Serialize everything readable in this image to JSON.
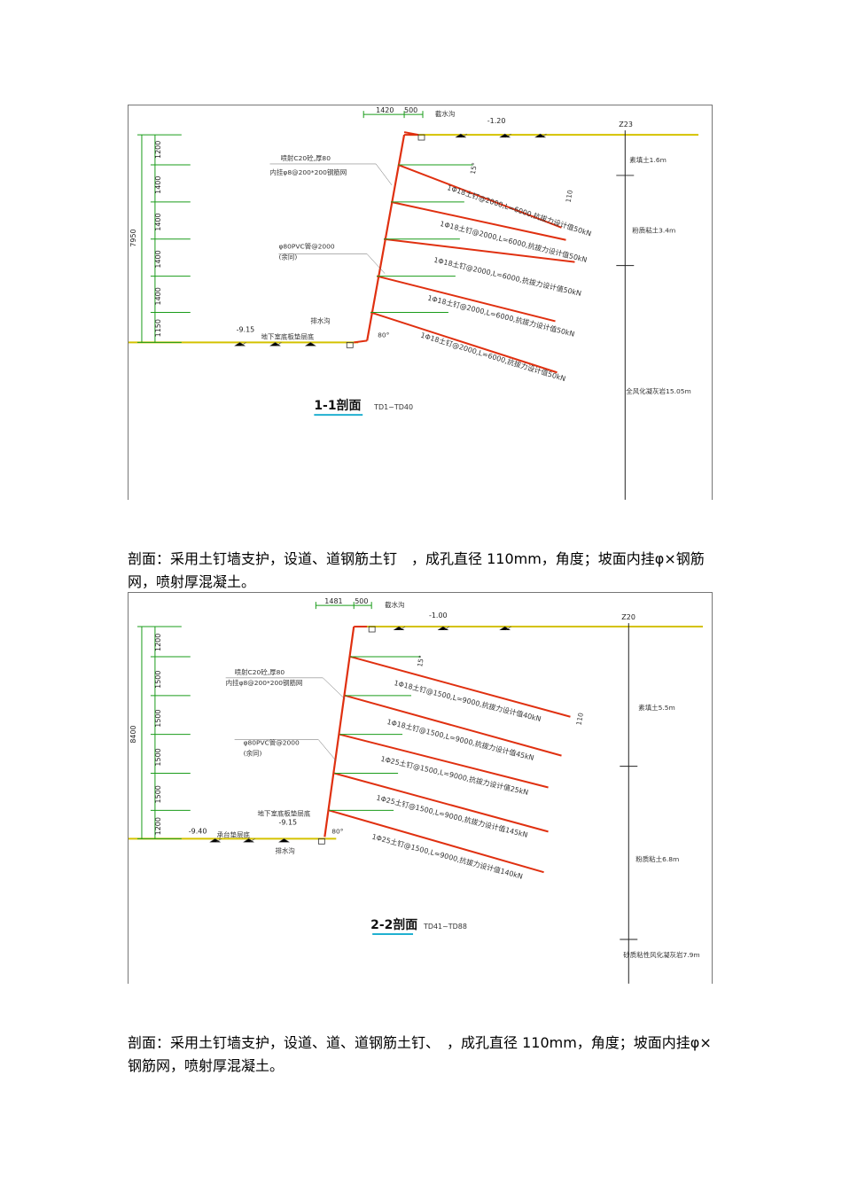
{
  "sections": [
    {
      "title": "1-1剖面",
      "subtitle": "TD1~TD40",
      "top_dims": [
        "1420",
        "500"
      ],
      "drain_top": "截水沟",
      "elev_top": "-1.20",
      "borehole": "Z23",
      "total_depth": "7950",
      "v_dims": [
        "1200",
        "1400",
        "1400",
        "1400",
        "1400",
        "1150"
      ],
      "shotcrete": "喷射C20砼,厚80",
      "mesh": "内挂φ8@200*200钢筋网",
      "pvc": "φ80PVC管@2000",
      "pvc_note": "(余同)",
      "elev_bottom": "-9.15",
      "bottom_label": "地下室底板垫层底",
      "drain_bottom": "排水沟",
      "angle": "80°",
      "soils": [
        "素填土1.6m",
        "粉质粘土3.4m",
        "全风化凝灰岩15.05m"
      ],
      "nails": [
        "1Φ18土钉@2000,L=6000,抗拔力设计值50kN",
        "1Φ18土钉@2000,L=6000,抗拔力设计值50kN",
        "1Φ18土钉@2000,L=6000,抗拔力设计值50kN",
        "1Φ18土钉@2000,L=6000,抗拔力设计值50kN",
        "1Φ18土钉@2000,L=6000,抗拔力设计值50kN"
      ],
      "nail_angle": "15°",
      "hole": "110"
    },
    {
      "title": "2-2剖面",
      "subtitle": "TD41~TD88",
      "top_dims": [
        "1481",
        "500"
      ],
      "drain_top": "截水沟",
      "elev_top": "-1.00",
      "borehole": "Z20",
      "total_depth": "8400",
      "v_dims": [
        "1200",
        "1500",
        "1500",
        "1500",
        "1500",
        "1200"
      ],
      "shotcrete": "喷射C20砼,厚80",
      "mesh": "内挂φ8@200*200钢筋网",
      "pvc": "φ80PVC管@2000",
      "pvc_note": "(余同)",
      "elev_bottom_left": "-9.40",
      "bottom_label_left": "承台垫层底",
      "elev_bottom": "-9.15",
      "bottom_label": "地下室底板垫层底",
      "drain_bottom": "排水沟",
      "angle": "80°",
      "soils": [
        "素填土5.5m",
        "粉质粘土6.8m",
        "砂质粘性风化凝灰岩7.9m"
      ],
      "nails": [
        "1Φ18土钉@1500,L=9000,抗拔力设计值40kN",
        "1Φ18土钉@1500,L=9000,抗拔力设计值45kN",
        "1Φ25土钉@1500,L=9000,抗拔力设计值25kN",
        "1Φ25土钉@1500,L=9000,抗拔力设计值145kN",
        "1Φ25土钉@1500,L=9000,抗拔力设计值140kN"
      ],
      "nail_angle": "15°",
      "hole": "110"
    }
  ],
  "captions": [
    "剖面：采用土钉墙支护，设道、道钢筋土钉　，成孔直径 110mm，角度；坡面内挂φ×钢筋网，喷射厚混凝土。",
    "剖面：采用土钉墙支护，设道、道、道钢筋土钉、　，成孔直径 110mm，角度；坡面内挂φ×钢筋网，喷射厚混凝土。"
  ]
}
